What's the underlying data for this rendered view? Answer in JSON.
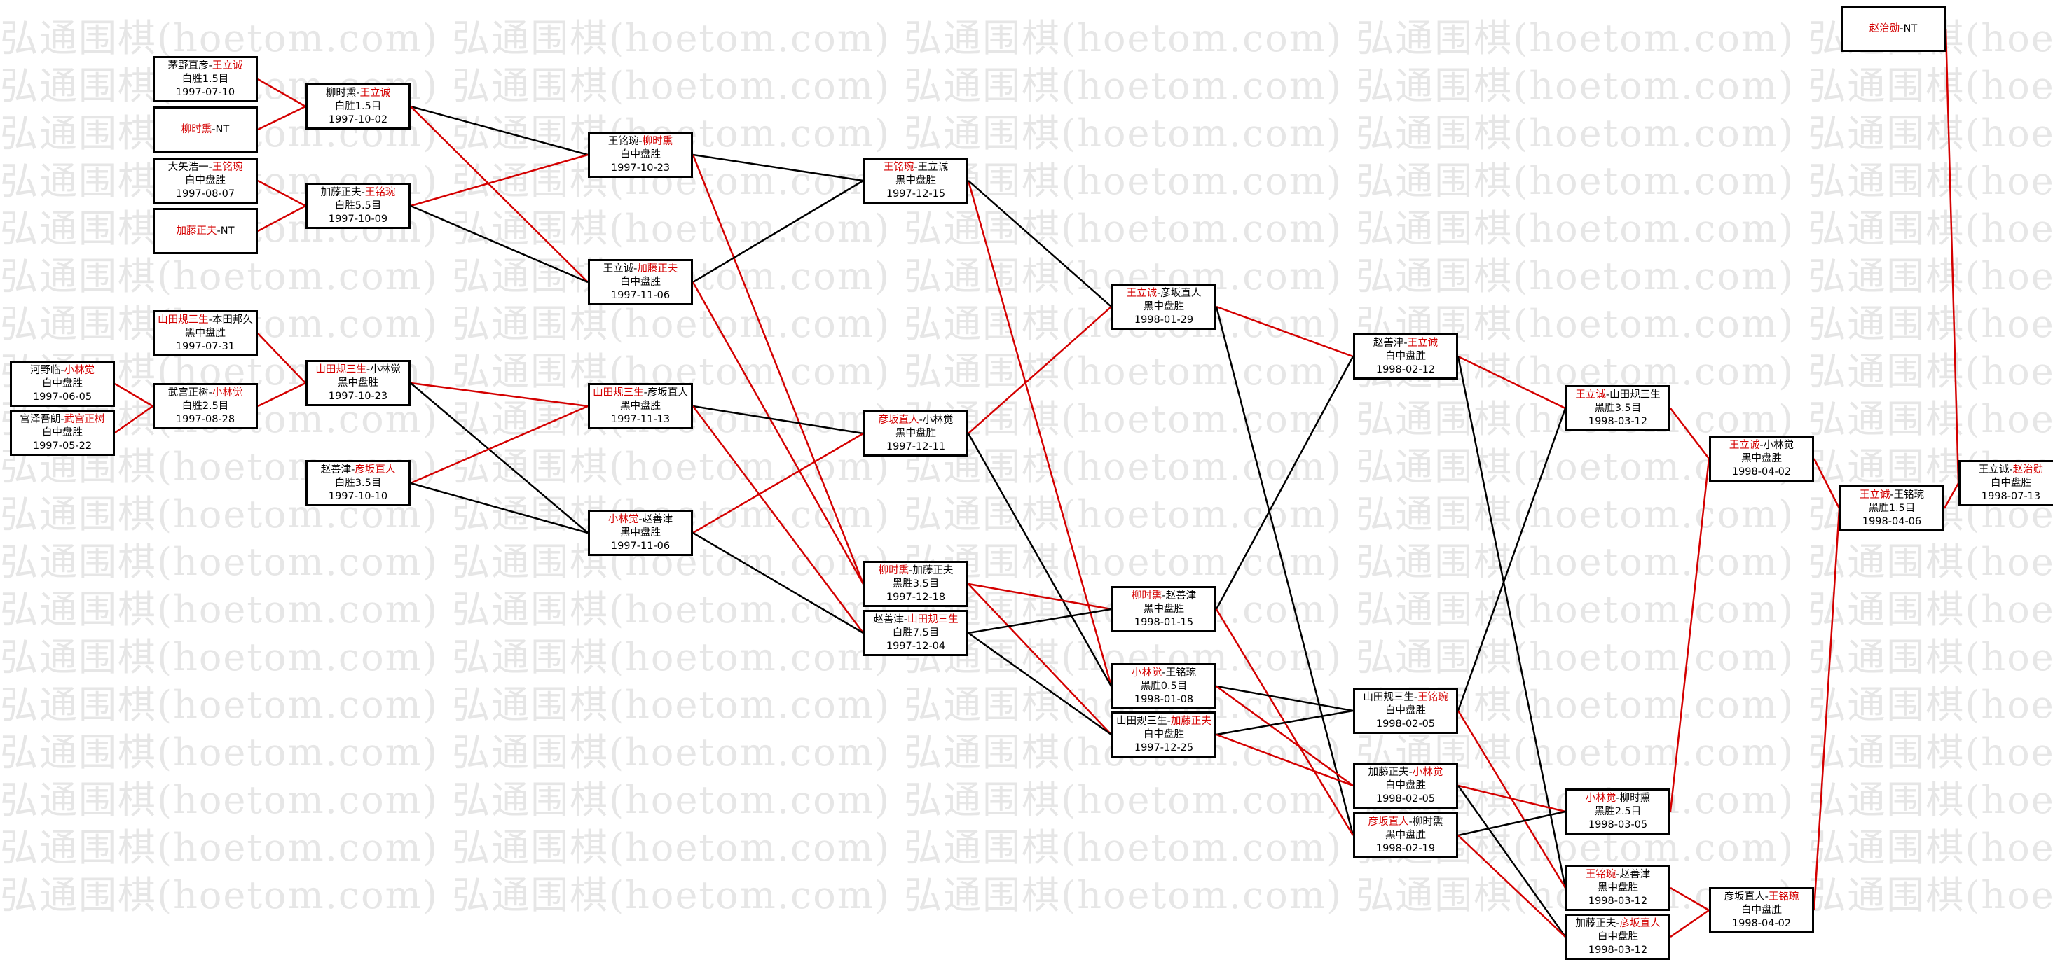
{
  "watermark": {
    "text": "弘通围棋(hoetom.com)"
  },
  "colors": {
    "winner": "#d40000",
    "text": "#000000",
    "win_link": "#d40000",
    "loss_link": "#000000",
    "watermark": "#e6e6e6"
  },
  "games": [
    {
      "id": "c1",
      "black": "茅野直彦",
      "white": "王立诚",
      "winner": "white",
      "result": "白胜1.5目",
      "date": "1997-07-10"
    },
    {
      "id": "c2",
      "black": "柳时熏",
      "white": "NT",
      "winner": "black",
      "result": "",
      "date": ""
    },
    {
      "id": "c3",
      "black": "大矢浩一",
      "white": "王铭琬",
      "winner": "white",
      "result": "白中盘胜",
      "date": "1997-08-07"
    },
    {
      "id": "c4",
      "black": "加藤正夫",
      "white": "NT",
      "winner": "black",
      "result": "",
      "date": ""
    },
    {
      "id": "c5",
      "black": "山田规三生",
      "white": "本田邦久",
      "winner": "black",
      "result": "黑中盘胜",
      "date": "1997-07-31"
    },
    {
      "id": "c6",
      "black": "武宫正树",
      "white": "小林觉",
      "winner": "white",
      "result": "白胜2.5目",
      "date": "1997-08-28"
    },
    {
      "id": "c7",
      "black": "河野临",
      "white": "小林觉",
      "winner": "white",
      "result": "白中盘胜",
      "date": "1997-06-05"
    },
    {
      "id": "c8",
      "black": "宫泽吾朗",
      "white": "武宫正树",
      "winner": "white",
      "result": "白中盘胜",
      "date": "1997-05-22"
    },
    {
      "id": "c9",
      "black": "柳时熏",
      "white": "王立诚",
      "winner": "white",
      "result": "白胜1.5目",
      "date": "1997-10-02"
    },
    {
      "id": "c10",
      "black": "加藤正夫",
      "white": "王铭琬",
      "winner": "white",
      "result": "白胜5.5目",
      "date": "1997-10-09"
    },
    {
      "id": "c11",
      "black": "山田规三生",
      "white": "小林觉",
      "winner": "black",
      "result": "黑中盘胜",
      "date": "1997-10-23"
    },
    {
      "id": "c12",
      "black": "赵善津",
      "white": "彦坂直人",
      "winner": "white",
      "result": "白胜3.5目",
      "date": "1997-10-10"
    },
    {
      "id": "c13",
      "black": "王铭琬",
      "white": "柳时熏",
      "winner": "white",
      "result": "白中盘胜",
      "date": "1997-10-23"
    },
    {
      "id": "c14",
      "black": "王立诚",
      "white": "加藤正夫",
      "winner": "white",
      "result": "白中盘胜",
      "date": "1997-11-06"
    },
    {
      "id": "c15",
      "black": "山田规三生",
      "white": "彦坂直人",
      "winner": "black",
      "result": "黑中盘胜",
      "date": "1997-11-13"
    },
    {
      "id": "c16",
      "black": "小林觉",
      "white": "赵善津",
      "winner": "black",
      "result": "黑中盘胜",
      "date": "1997-11-06"
    },
    {
      "id": "c17",
      "black": "王铭琬",
      "white": "王立诚",
      "winner": "black",
      "result": "黑中盘胜",
      "date": "1997-12-15"
    },
    {
      "id": "c18",
      "black": "彦坂直人",
      "white": "小林觉",
      "winner": "black",
      "result": "黑中盘胜",
      "date": "1997-12-11"
    },
    {
      "id": "c19",
      "black": "柳时熏",
      "white": "加藤正夫",
      "winner": "black",
      "result": "黑胜3.5目",
      "date": "1997-12-18"
    },
    {
      "id": "c20",
      "black": "赵善津",
      "white": "山田规三生",
      "winner": "white",
      "result": "白胜7.5目",
      "date": "1997-12-04"
    },
    {
      "id": "c21",
      "black": "王立诚",
      "white": "彦坂直人",
      "winner": "black",
      "result": "黑中盘胜",
      "date": "1998-01-29"
    },
    {
      "id": "c22",
      "black": "柳时熏",
      "white": "赵善津",
      "winner": "black",
      "result": "黑中盘胜",
      "date": "1998-01-15"
    },
    {
      "id": "c23",
      "black": "小林觉",
      "white": "王铭琬",
      "winner": "black",
      "result": "黑胜0.5目",
      "date": "1998-01-08"
    },
    {
      "id": "c24",
      "black": "山田规三生",
      "white": "加藤正夫",
      "winner": "white",
      "result": "白中盘胜",
      "date": "1997-12-25"
    },
    {
      "id": "c25",
      "black": "赵善津",
      "white": "王立诚",
      "winner": "white",
      "result": "白中盘胜",
      "date": "1998-02-12"
    },
    {
      "id": "c26",
      "black": "山田规三生",
      "white": "王铭琬",
      "winner": "white",
      "result": "白中盘胜",
      "date": "1998-02-05"
    },
    {
      "id": "c27",
      "black": "加藤正夫",
      "white": "小林觉",
      "winner": "white",
      "result": "白中盘胜",
      "date": "1998-02-05"
    },
    {
      "id": "c28",
      "black": "彦坂直人",
      "white": "柳时熏",
      "winner": "black",
      "result": "黑中盘胜",
      "date": "1998-02-19"
    },
    {
      "id": "c29",
      "black": "王立诚",
      "white": "山田规三生",
      "winner": "black",
      "result": "黑胜3.5目",
      "date": "1998-03-12"
    },
    {
      "id": "c30",
      "black": "小林觉",
      "white": "柳时熏",
      "winner": "black",
      "result": "黑胜2.5目",
      "date": "1998-03-05"
    },
    {
      "id": "c31",
      "black": "王铭琬",
      "white": "赵善津",
      "winner": "black",
      "result": "黑中盘胜",
      "date": "1998-03-12"
    },
    {
      "id": "c32",
      "black": "加藤正夫",
      "white": "彦坂直人",
      "winner": "white",
      "result": "白中盘胜",
      "date": "1998-03-12"
    },
    {
      "id": "c33",
      "black": "王立诚",
      "white": "小林觉",
      "winner": "black",
      "result": "黑中盘胜",
      "date": "1998-04-02"
    },
    {
      "id": "c34",
      "black": "彦坂直人",
      "white": "王铭琬",
      "winner": "white",
      "result": "白中盘胜",
      "date": "1998-04-02"
    },
    {
      "id": "c35",
      "black": "王立诚",
      "white": "王铭琬",
      "winner": "black",
      "result": "黑胜1.5目",
      "date": "1998-04-06"
    },
    {
      "id": "c36",
      "black": "赵治勋",
      "white": "NT",
      "winner": "black",
      "result": "",
      "date": ""
    },
    {
      "id": "c37",
      "black": "王立诚",
      "white": "赵治勋",
      "winner": "white",
      "result": "白中盘胜",
      "date": "1998-07-13"
    }
  ],
  "links": [
    {
      "from": "c1",
      "to": "c9",
      "type": "win"
    },
    {
      "from": "c2",
      "to": "c9",
      "type": "win"
    },
    {
      "from": "c3",
      "to": "c10",
      "type": "win"
    },
    {
      "from": "c4",
      "to": "c10",
      "type": "win"
    },
    {
      "from": "c5",
      "to": "c11",
      "type": "win"
    },
    {
      "from": "c6",
      "to": "c11",
      "type": "win"
    },
    {
      "from": "c7",
      "to": "c6",
      "type": "win"
    },
    {
      "from": "c8",
      "to": "c6",
      "type": "win"
    },
    {
      "from": "c9",
      "to": "c13",
      "type": "loss"
    },
    {
      "from": "c9",
      "to": "c14",
      "type": "win"
    },
    {
      "from": "c10",
      "to": "c13",
      "type": "win"
    },
    {
      "from": "c10",
      "to": "c14",
      "type": "loss"
    },
    {
      "from": "c11",
      "to": "c15",
      "type": "win"
    },
    {
      "from": "c11",
      "to": "c16",
      "type": "loss"
    },
    {
      "from": "c12",
      "to": "c15",
      "type": "win"
    },
    {
      "from": "c12",
      "to": "c16",
      "type": "loss"
    },
    {
      "from": "c13",
      "to": "c17",
      "type": "loss"
    },
    {
      "from": "c13",
      "to": "c19",
      "type": "win"
    },
    {
      "from": "c14",
      "to": "c17",
      "type": "loss"
    },
    {
      "from": "c14",
      "to": "c19",
      "type": "win"
    },
    {
      "from": "c15",
      "to": "c18",
      "type": "loss"
    },
    {
      "from": "c15",
      "to": "c20",
      "type": "win"
    },
    {
      "from": "c16",
      "to": "c18",
      "type": "win"
    },
    {
      "from": "c16",
      "to": "c20",
      "type": "loss"
    },
    {
      "from": "c17",
      "to": "c23",
      "type": "win"
    },
    {
      "from": "c17",
      "to": "c21",
      "type": "loss"
    },
    {
      "from": "c18",
      "to": "c21",
      "type": "win"
    },
    {
      "from": "c18",
      "to": "c23",
      "type": "loss"
    },
    {
      "from": "c19",
      "to": "c22",
      "type": "win"
    },
    {
      "from": "c19",
      "to": "c24",
      "type": "win"
    },
    {
      "from": "c20",
      "to": "c22",
      "type": "loss"
    },
    {
      "from": "c20",
      "to": "c24",
      "type": "loss"
    },
    {
      "from": "c21",
      "to": "c25",
      "type": "win"
    },
    {
      "from": "c21",
      "to": "c28",
      "type": "loss"
    },
    {
      "from": "c22",
      "to": "c25",
      "type": "loss"
    },
    {
      "from": "c22",
      "to": "c28",
      "type": "win"
    },
    {
      "from": "c23",
      "to": "c26",
      "type": "loss"
    },
    {
      "from": "c23",
      "to": "c27",
      "type": "win"
    },
    {
      "from": "c24",
      "to": "c26",
      "type": "loss"
    },
    {
      "from": "c24",
      "to": "c27",
      "type": "win"
    },
    {
      "from": "c25",
      "to": "c29",
      "type": "win"
    },
    {
      "from": "c25",
      "to": "c31",
      "type": "loss"
    },
    {
      "from": "c26",
      "to": "c29",
      "type": "loss"
    },
    {
      "from": "c26",
      "to": "c31",
      "type": "win"
    },
    {
      "from": "c27",
      "to": "c30",
      "type": "win"
    },
    {
      "from": "c27",
      "to": "c32",
      "type": "loss"
    },
    {
      "from": "c28",
      "to": "c30",
      "type": "loss"
    },
    {
      "from": "c28",
      "to": "c32",
      "type": "win"
    },
    {
      "from": "c29",
      "to": "c33",
      "type": "win"
    },
    {
      "from": "c30",
      "to": "c33",
      "type": "win"
    },
    {
      "from": "c31",
      "to": "c34",
      "type": "win"
    },
    {
      "from": "c32",
      "to": "c34",
      "type": "win"
    },
    {
      "from": "c33",
      "to": "c35",
      "type": "win"
    },
    {
      "from": "c34",
      "to": "c35",
      "type": "win"
    },
    {
      "from": "c35",
      "to": "c37",
      "type": "win"
    },
    {
      "from": "c36",
      "to": "c37",
      "type": "win"
    }
  ]
}
